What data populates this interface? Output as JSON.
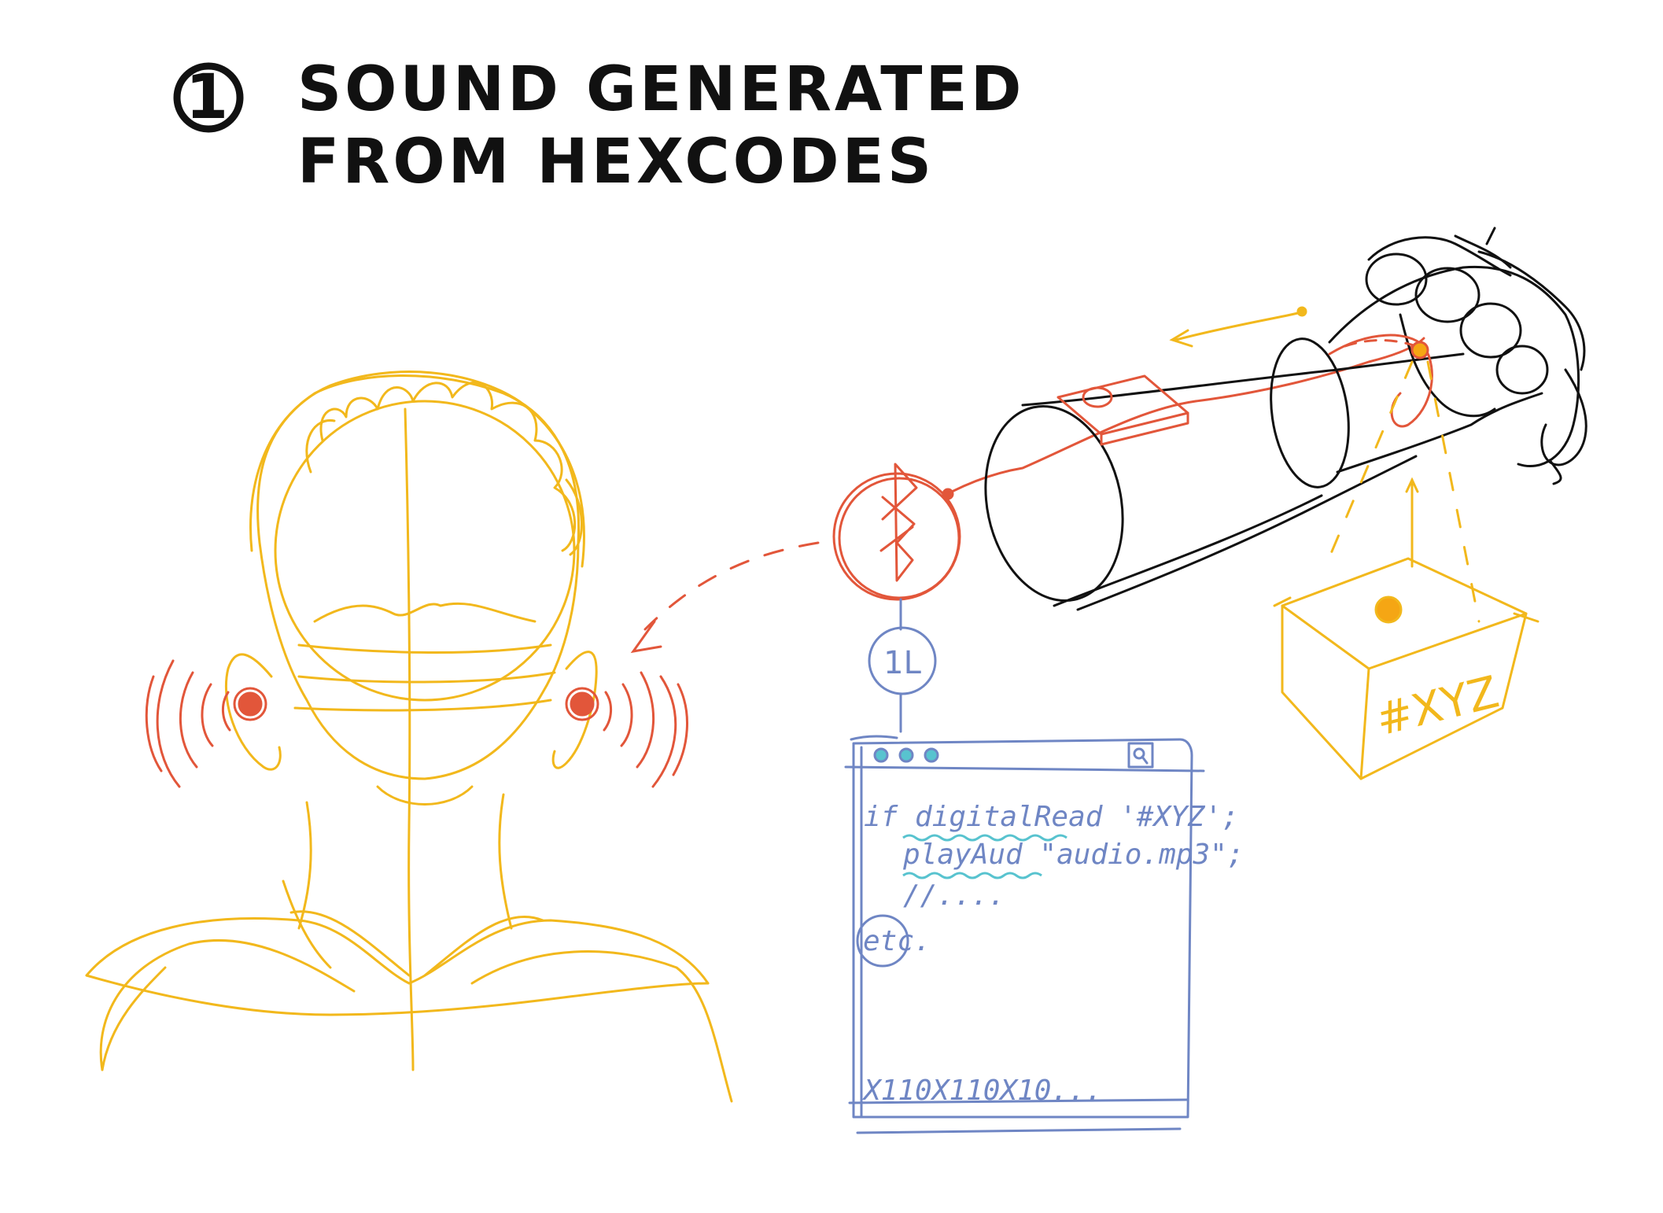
{
  "title": {
    "number": "1",
    "line1": "SOUND GENERATED",
    "line2": "FROM HEXCODES"
  },
  "bluetooth": {
    "icon": "bluetooth-icon",
    "badge_label": "1L"
  },
  "box": {
    "label": "#XYZ"
  },
  "code_window": {
    "search_icon": "magnifier-icon",
    "lines": [
      "if digitalRead '#XYZ';",
      "playAud \"audio.mp3\";",
      "//....",
      "etc."
    ],
    "footer": "X110X110X10..."
  },
  "colors": {
    "ink": "#111111",
    "yellow": "#f2b81c",
    "red": "#e2563a",
    "blue": "#6f86c4",
    "teal": "#58c3cf",
    "orange_dot": "#f5a614"
  }
}
